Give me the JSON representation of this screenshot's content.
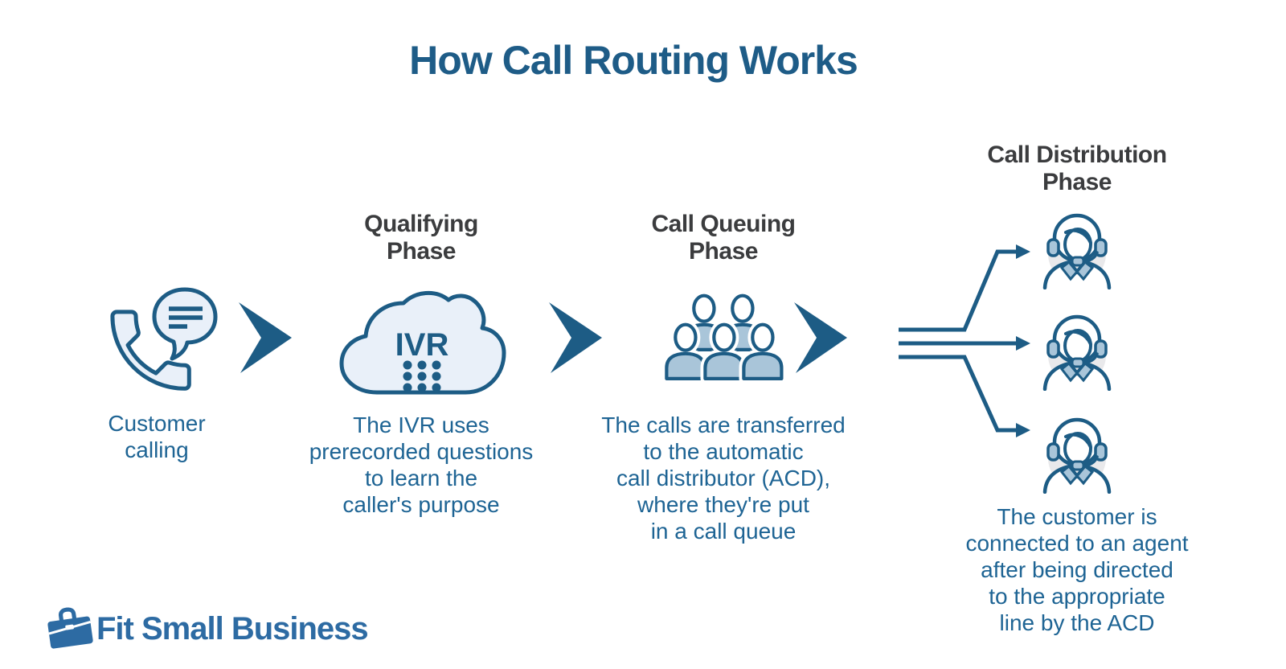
{
  "title": "How Call Routing Works",
  "colors": {
    "accent_blue": "#1d5c85",
    "caption_blue": "#1e6494",
    "heading_gray": "#3b3c3e",
    "light_fill": "#e9f0f9",
    "mid_fill": "#a9c5d9",
    "circle_gray": "#e9e9eb",
    "logo_blue": "#2d6ba3"
  },
  "stages": {
    "customer": {
      "icon": "phone-chat-icon",
      "caption_lines": [
        "Customer",
        "calling"
      ]
    },
    "qualifying": {
      "icon": "ivr-cloud-icon",
      "heading_lines": [
        "Qualifying",
        "Phase"
      ],
      "cloud_label": "IVR",
      "caption_lines": [
        "The IVR uses",
        "prerecorded questions",
        "to learn the",
        "caller's purpose"
      ]
    },
    "queuing": {
      "icon": "call-queue-people-icon",
      "heading_lines": [
        "Call Queuing",
        "Phase"
      ],
      "caption_lines": [
        "The calls are transferred",
        "to the automatic",
        "call distributor (ACD),",
        "where they're put",
        "in a call queue"
      ]
    },
    "distribution": {
      "icon": "agent-headset-icon",
      "heading_lines": [
        "Call Distribution",
        "Phase"
      ],
      "agent_count": 3,
      "caption_lines": [
        "The customer is",
        "connected to an agent",
        "after being directed",
        "to the appropriate",
        "line by the ACD"
      ]
    }
  },
  "connectors": {
    "flow_arrow_icon": "chevron-flow-arrow-icon",
    "fanout_icon": "fan-out-arrows-icon"
  },
  "logo": {
    "icon": "briefcase-icon",
    "brand": "Fit Small Business"
  }
}
